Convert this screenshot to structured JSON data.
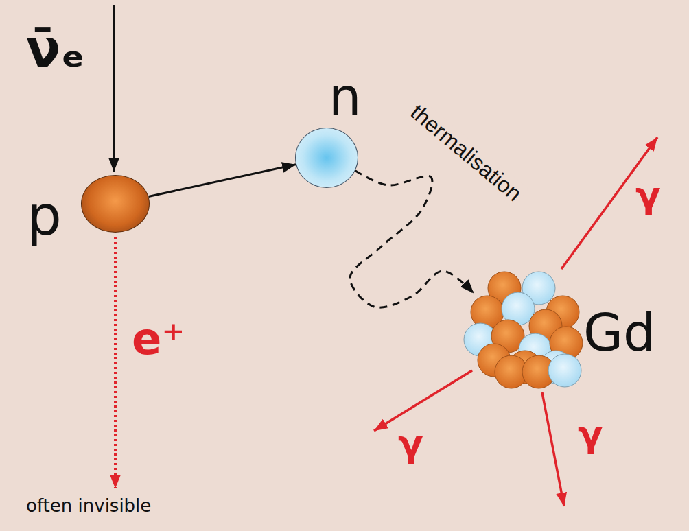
{
  "diagram": {
    "nodes": [
      {
        "text": [
          "p"
        ]
      },
      {
        "text": [
          "n"
        ]
      },
      {
        "text": [
          "Gd"
        ]
      }
    ],
    "edges": [
      {
        "from": 0,
        "to": 1,
        "arrow": "to"
      },
      {
        "from": 1,
        "to": 2,
        "arrow": "to",
        "label": "thermalisation"
      }
    ],
    "labels": [
      "ν̄ₑ",
      "e⁺",
      "often invisible",
      "γ",
      "γ",
      "γ"
    ]
  }
}
